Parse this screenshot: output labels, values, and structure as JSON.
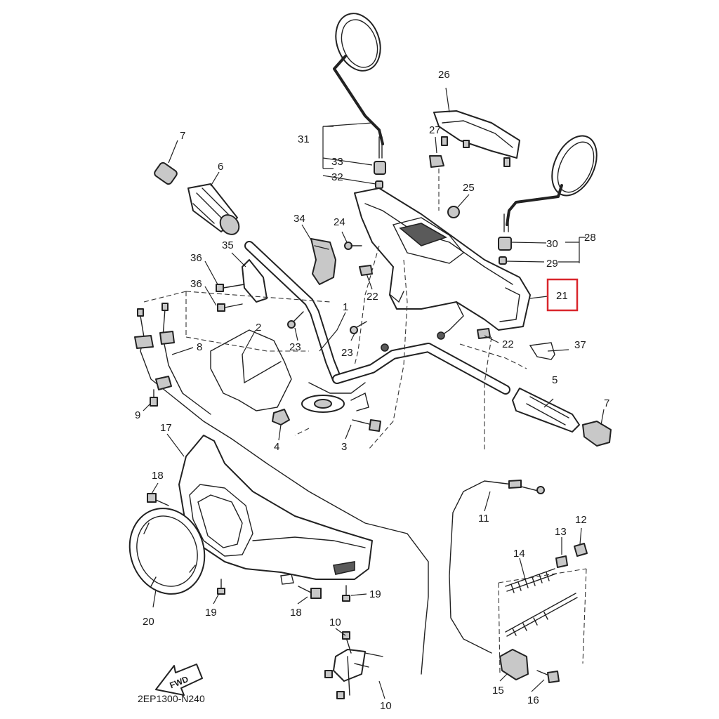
{
  "diagram": {
    "catalog_code": "2EP1300-N240",
    "direction_label": "FWD",
    "highlight_color": "#d9262c",
    "highlighted_part": "21",
    "labels": [
      {
        "id": "p1",
        "text": "1"
      },
      {
        "id": "p2",
        "text": "2"
      },
      {
        "id": "p3",
        "text": "3"
      },
      {
        "id": "p4",
        "text": "4"
      },
      {
        "id": "p5",
        "text": "5"
      },
      {
        "id": "p6",
        "text": "6"
      },
      {
        "id": "p7a",
        "text": "7"
      },
      {
        "id": "p7b",
        "text": "7"
      },
      {
        "id": "p8",
        "text": "8"
      },
      {
        "id": "p9",
        "text": "9"
      },
      {
        "id": "p10a",
        "text": "10"
      },
      {
        "id": "p10b",
        "text": "10"
      },
      {
        "id": "p11",
        "text": "11"
      },
      {
        "id": "p12",
        "text": "12"
      },
      {
        "id": "p13",
        "text": "13"
      },
      {
        "id": "p14",
        "text": "14"
      },
      {
        "id": "p15",
        "text": "15"
      },
      {
        "id": "p16",
        "text": "16"
      },
      {
        "id": "p17",
        "text": "17"
      },
      {
        "id": "p18a",
        "text": "18"
      },
      {
        "id": "p18b",
        "text": "18"
      },
      {
        "id": "p19a",
        "text": "19"
      },
      {
        "id": "p19b",
        "text": "19"
      },
      {
        "id": "p20",
        "text": "20"
      },
      {
        "id": "p21",
        "text": "21"
      },
      {
        "id": "p22a",
        "text": "22"
      },
      {
        "id": "p22b",
        "text": "22"
      },
      {
        "id": "p23a",
        "text": "23"
      },
      {
        "id": "p23b",
        "text": "23"
      },
      {
        "id": "p24",
        "text": "24"
      },
      {
        "id": "p25",
        "text": "25"
      },
      {
        "id": "p26",
        "text": "26"
      },
      {
        "id": "p27",
        "text": "27"
      },
      {
        "id": "p28",
        "text": "28"
      },
      {
        "id": "p29",
        "text": "29"
      },
      {
        "id": "p30",
        "text": "30"
      },
      {
        "id": "p31",
        "text": "31"
      },
      {
        "id": "p32",
        "text": "32"
      },
      {
        "id": "p33",
        "text": "33"
      },
      {
        "id": "p34",
        "text": "34"
      },
      {
        "id": "p35",
        "text": "35"
      },
      {
        "id": "p36a",
        "text": "36"
      },
      {
        "id": "p36b",
        "text": "36"
      },
      {
        "id": "p37",
        "text": "37"
      }
    ]
  }
}
